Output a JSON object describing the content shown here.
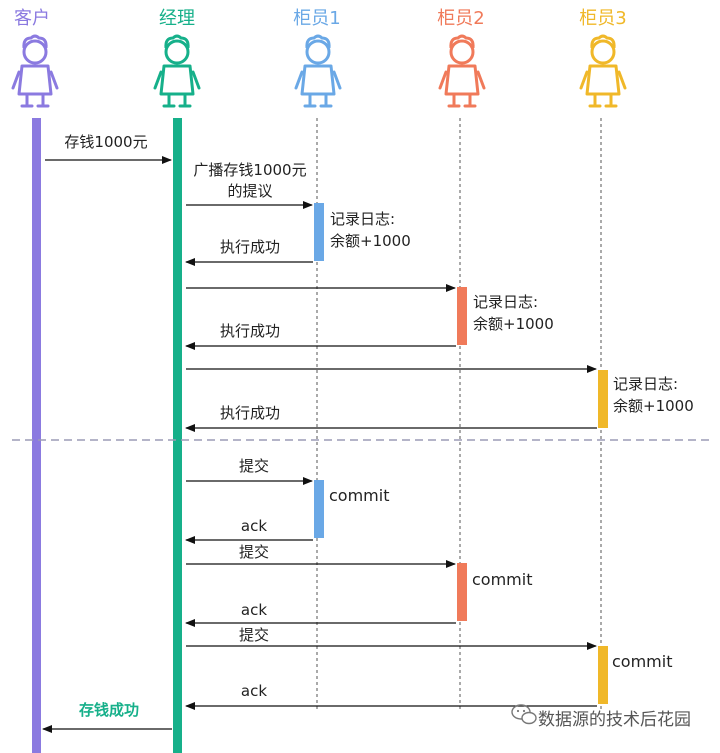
{
  "colors": {
    "client": "#8b7ae0",
    "manager": "#16b08a",
    "teller1": "#6aa8e6",
    "teller2": "#f07a5a",
    "teller3": "#f0b829",
    "arrow": "#111111",
    "separator": "#9b9bb5",
    "watermark": "#555555"
  },
  "actors": {
    "client": {
      "label": "客户"
    },
    "manager": {
      "label": "经理"
    },
    "teller1": {
      "label": "柜员1"
    },
    "teller2": {
      "label": "柜员2"
    },
    "teller3": {
      "label": "柜员3"
    }
  },
  "messages": {
    "deposit": "存钱1000元",
    "broadcast_line1": "广播存钱1000元",
    "broadcast_line2": "的提议",
    "success1": "执行成功",
    "success2": "执行成功",
    "success3": "执行成功",
    "commit_req1": "提交",
    "commit_req2": "提交",
    "commit_req3": "提交",
    "ack1": "ack",
    "ack2": "ack",
    "ack3": "ack",
    "deposit_success": "存钱成功"
  },
  "notes": {
    "log1_line1": "记录日志:",
    "log1_line2": "余额+1000",
    "log2_line1": "记录日志:",
    "log2_line2": "余额+1000",
    "log3_line1": "记录日志:",
    "log3_line2": "余额+1000",
    "commit1": "commit",
    "commit2": "commit",
    "commit3": "commit"
  },
  "watermark": {
    "text": "数据源的技术后花园",
    "icon": "wechat-icon"
  }
}
